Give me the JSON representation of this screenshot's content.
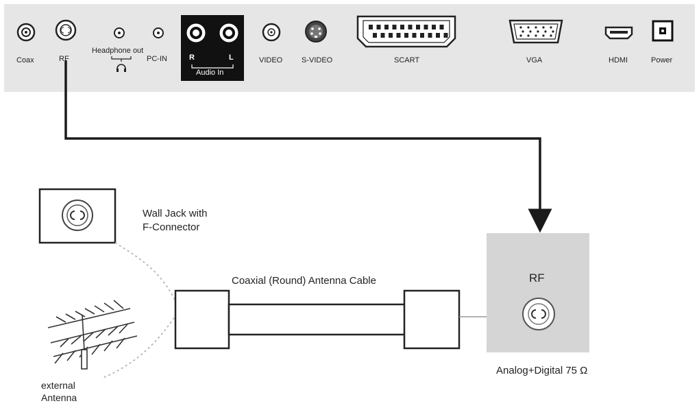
{
  "panel": {
    "ports": {
      "coax": "Coax",
      "rf": "RF",
      "headphone": "Headphone out",
      "pcin": "PC-IN",
      "audio_r": "R",
      "audio_l": "L",
      "audio_in": "Audio In",
      "video": "VIDEO",
      "svideo": "S-VIDEO",
      "scart": "SCART",
      "vga": "VGA",
      "hdmi": "HDMI",
      "power": "Power"
    }
  },
  "diagram": {
    "wall_jack": [
      "Wall Jack with",
      "F-Connector"
    ],
    "cable": "Coaxial (Round) Antenna Cable",
    "antenna": [
      "external",
      "Antenna"
    ],
    "rf_box_title": "RF",
    "rf_spec": "Analog+Digital 75 Ω"
  },
  "colors": {
    "panel_bg": "#e6e6e6",
    "rf_box_bg": "#d5d5d5",
    "line": "#1a1a1a",
    "dotted": "#b3b3b3"
  }
}
